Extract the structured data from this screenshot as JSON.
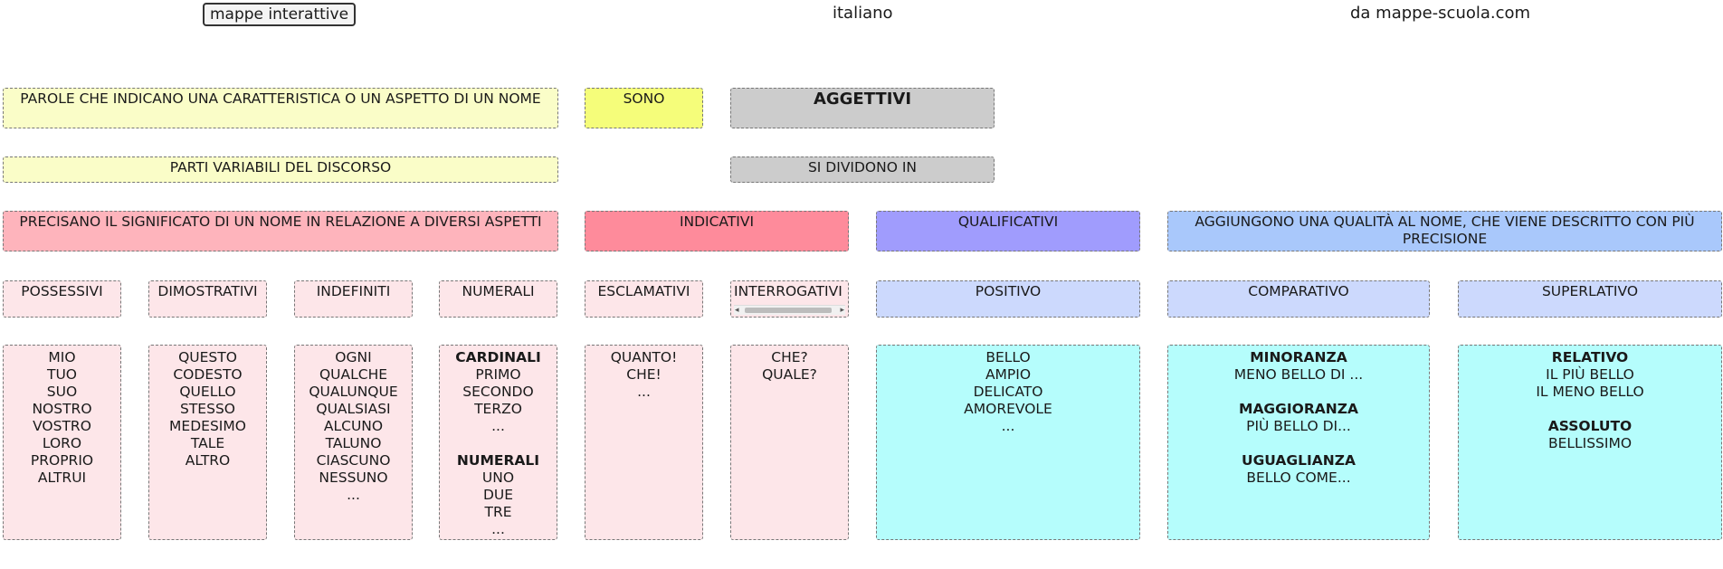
{
  "header": {
    "button_label": "mappe interattive",
    "subject": "italiano",
    "source": "da mappe-scuola.com"
  },
  "row1": {
    "definition": "PAROLE CHE INDICANO UNA CARATTERISTICA O UN ASPETTO DI UN NOME",
    "sono": "SONO",
    "title": "AGGETTIVI"
  },
  "row2": {
    "parts": "PARTI VARIABILI DEL DISCORSO",
    "divide": "SI DIVIDONO IN"
  },
  "row3": {
    "precisano": "PRECISANO IL SIGNIFICATO DI UN NOME IN RELAZIONE A DIVERSI ASPETTI",
    "indicativi": "INDICATIVI",
    "qualificativi": "QUALIFICATIVI",
    "aggiungono": "AGGIUNGONO UNA QUALITÀ AL NOME, CHE VIENE DESCRITTO CON PIÙ PRECISIONE"
  },
  "row4": {
    "possessivi": "POSSESSIVI",
    "dimostrativi": "DIMOSTRATIVI",
    "indefiniti": "INDEFINITI",
    "numerali": "NUMERALI",
    "esclamativi": "ESCLAMATIVI",
    "interrogativi": "INTERROGATIVI",
    "positivo": "POSITIVO",
    "comparativo": "COMPARATIVO",
    "superlativo": "SUPERLATIVO"
  },
  "row5": {
    "possessivi": [
      "MIO",
      "TUO",
      "SUO",
      "NOSTRO",
      "VOSTRO",
      "LORO",
      "PROPRIO",
      "ALTRUI"
    ],
    "dimostrativi": [
      "QUESTO",
      "CODESTO",
      "QUELLO",
      "STESSO",
      "MEDESIMO",
      "TALE",
      "ALTRO"
    ],
    "indefiniti": [
      "OGNI",
      "QUALCHE",
      "QUALUNQUE",
      "QUALSIASI",
      "ALCUNO",
      "TALUNO",
      "CIASCUNO",
      "NESSUNO",
      "..."
    ],
    "numerali": {
      "cardinali_title": "CARDINALI",
      "cardinali": [
        "PRIMO",
        "SECONDO",
        "TERZO",
        "..."
      ],
      "numerali_title": "NUMERALI",
      "numerali": [
        "UNO",
        "DUE",
        "TRE",
        "..."
      ]
    },
    "esclamativi": [
      "QUANTO!",
      "CHE!",
      "..."
    ],
    "interrogativi": [
      "CHE?",
      "QUALE?"
    ],
    "positivo": [
      "BELLO",
      "AMPIO",
      "DELICATO",
      "AMOREVOLE",
      "..."
    ],
    "comparativo": {
      "minoranza_title": "MINORANZA",
      "minoranza": "MENO BELLO DI ...",
      "maggioranza_title": "MAGGIORANZA",
      "maggioranza": "PIÙ BELLO DI...",
      "uguaglianza_title": "UGUAGLIANZA",
      "uguaglianza": "BELLO COME..."
    },
    "superlativo": {
      "relativo_title": "RELATIVO",
      "relativo": [
        "IL PIÙ BELLO",
        "IL MENO BELLO"
      ],
      "assoluto_title": "ASSOLUTO",
      "assoluto": "BELLISSIMO"
    }
  },
  "colors": {
    "light_yellow": "#fafdc8",
    "yellow": "#f5fd7a",
    "grey": "#cccccc",
    "pink": "#feb4bc",
    "red_pink": "#fe8b9b",
    "pale_pink": "#fde6e9",
    "violet": "#a09cfd",
    "blue": "#a9c8fb",
    "light_blue": "#ccd9fd",
    "cyan": "#b5fdfc"
  }
}
